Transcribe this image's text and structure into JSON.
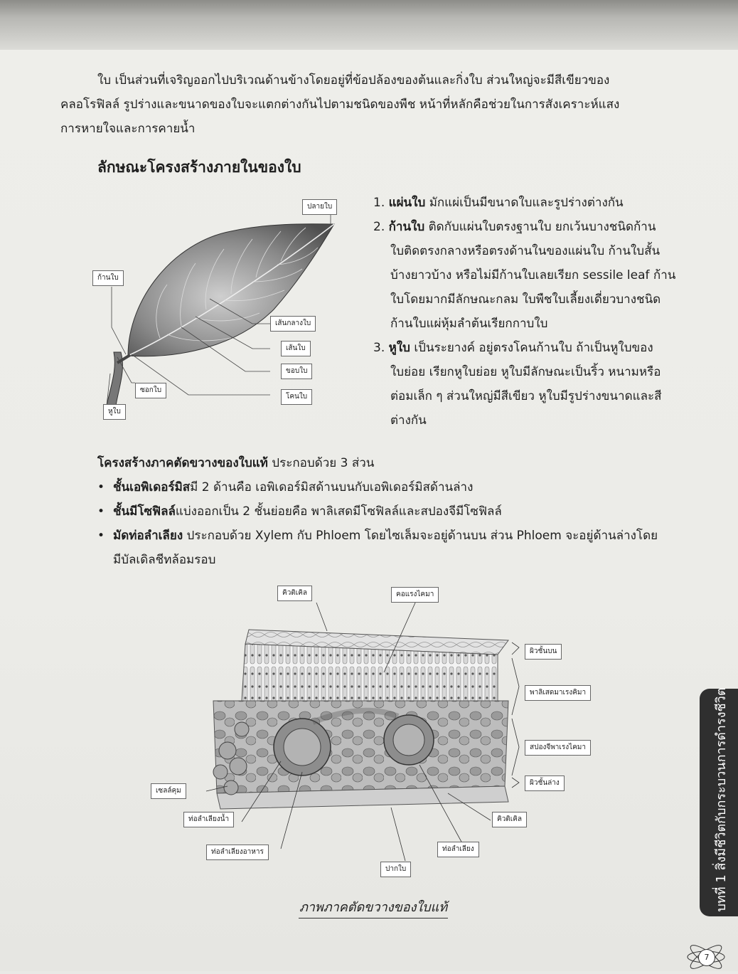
{
  "intro": {
    "line1": "ใบ  เป็นส่วนที่เจริญออกไปบริเวณด้านข้างโดยอยู่ที่ข้อปล้องของต้นและกิ่งใบ  ส่วนใหญ่จะมีสีเขียวของ",
    "line2": "คลอโรฟิลล์  รูปร่างและขนาดของใบจะแตกต่างกันไปตามชนิดของพืช  หน้าที่หลักคือช่วยในการสังเคราะห์แสง",
    "line3": "การหายใจและการคายน้ำ"
  },
  "heading": "ลักษณะโครงสร้างภายในของใบ",
  "leaf_labels": {
    "tip": "ปลายใบ",
    "petiole": "ก้านใบ",
    "midrib": "เส้นกลางใบ",
    "vein": "เส้นใบ",
    "margin": "ขอบใบ",
    "axil": "ซอกใบ",
    "base": "โคนใบ",
    "stipule": "หูใบ"
  },
  "parts": [
    {
      "num": "1.",
      "term": "แผ่นใบ",
      "lines": [
        "มักแผ่เป็นมีขนาดใบและรูปร่างต่างกัน"
      ]
    },
    {
      "num": "2.",
      "term": "ก้านใบ",
      "lines": [
        "ติดกับแผ่นใบตรงฐานใบ  ยกเว้นบางชนิดก้าน",
        "ใบติดตรงกลางหรือตรงด้านในของแผ่นใบ  ก้านใบสั้น",
        "บ้างยาวบ้าง  หรือไม่มีก้านใบเลยเรียก sessile leaf ก้าน",
        "ใบโดยมากมีลักษณะกลม  ใบพืชใบเลี้ยงเดี่ยวบางชนิด",
        "ก้านใบแผ่หุ้มลำต้นเรียกกาบใบ"
      ]
    },
    {
      "num": "3.",
      "term": "หูใบ",
      "lines": [
        "เป็นระยางค์  อยู่ตรงโคนก้านใบ  ถ้าเป็นหูใบของ",
        "ใบย่อย  เรียกหูใบย่อย  หูใบมีลักษณะเป็นริ้ว  หนามหรือ",
        "ต่อมเล็ก ๆ  ส่วนใหญ่มีสีเขียว  หูใบมีรูปร่างขนาดและสี",
        "ต่างกัน"
      ]
    }
  ],
  "xsection": {
    "title_bold": "โครงสร้างภาคตัดขวางของใบแท้",
    "title_rest": " ประกอบด้วย 3 ส่วน",
    "bullets": [
      {
        "term": "ชั้นเอพิเดอร์มิส",
        "text": "มี 2 ด้านคือ  เอพิเดอร์มิสด้านบนกับเอพิเดอร์มิสด้านล่าง",
        "text2": ""
      },
      {
        "term": "ชั้นมีโซฟิลล์",
        "text": "แบ่งออกเป็น 2 ชั้นย่อยคือ  พาลิเสดมีโซฟิลล์และสปองจีมีโซฟิลล์",
        "text2": ""
      },
      {
        "term": "มัดท่อลำเลียง",
        "text": " ประกอบด้วย Xylem กับ Phloem โดยไซเล็มจะอยู่ด้านบน ส่วน Phloem จะอยู่ด้านล่างโดย",
        "text2": "มีบัลเดิลชีทล้อมรอบ"
      }
    ]
  },
  "diagram_labels": {
    "cuticle_top": "คิวติเคิล",
    "collenchyma": "คอแรงไคมา",
    "upper_epidermis": "ผิวชั้นบน",
    "palisade": "พาลิเสดมาเรงคิมา",
    "spongy": "สปองจีพาเรงไคมา",
    "lower_epidermis": "ผิวชั้นล่าง",
    "guard_cell": "เซลล์คุม",
    "xylem": "ท่อลำเลียงน้ำ",
    "phloem": "ท่อลำเลียงอาหาร",
    "cuticle_bottom": "คิวติเคิล",
    "vascular": "ท่อลำเลียง",
    "stoma": "ปากใบ"
  },
  "caption": "ภาพภาคตัดขวางของใบแท้",
  "side_tab": "บทที่ 1 สิ่งมีชีวิตกับกระบวนการดำรงชีวิต",
  "page_number": "7",
  "colors": {
    "tab": "#2f2f2f",
    "paper": "#ecece8"
  }
}
